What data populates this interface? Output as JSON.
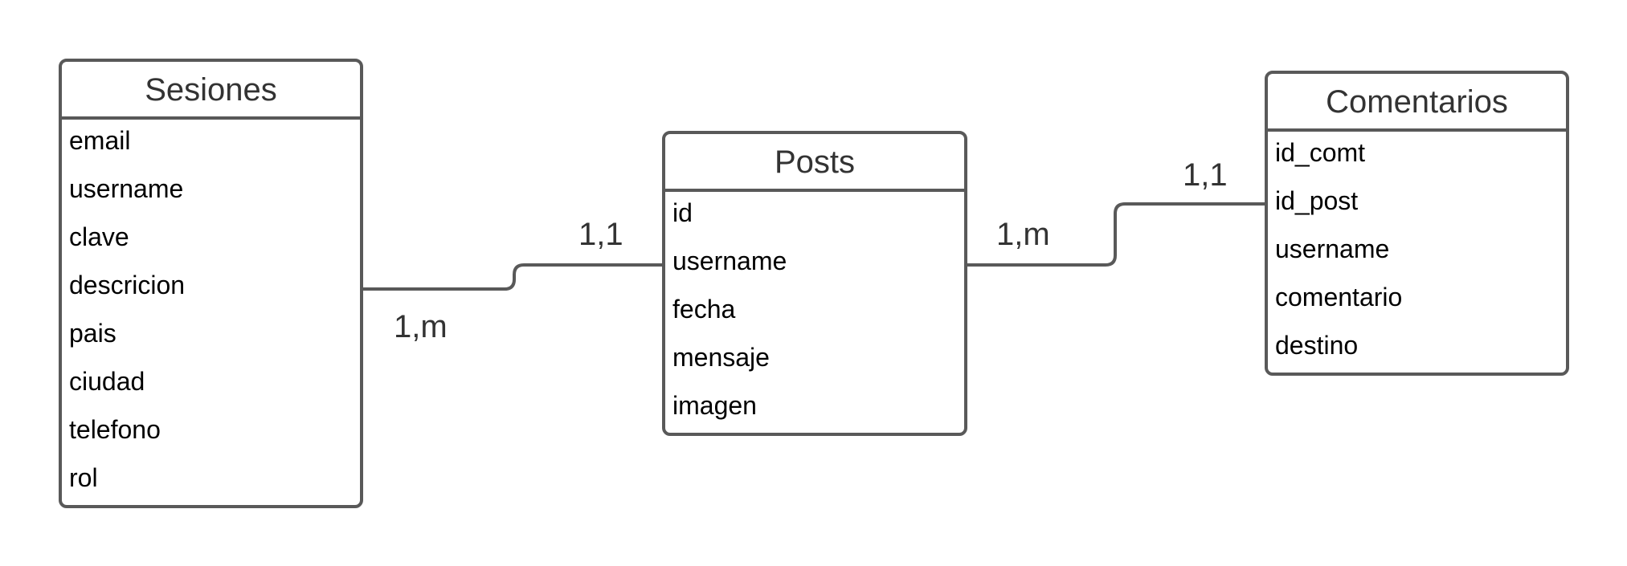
{
  "entities": {
    "sesiones": {
      "name": "Sesiones",
      "attributes": [
        "email",
        "username",
        "clave",
        "descricion",
        "pais",
        "ciudad",
        "telefono",
        "rol"
      ]
    },
    "posts": {
      "name": "Posts",
      "attributes": [
        "id",
        "username",
        "fecha",
        "mensaje",
        "imagen"
      ]
    },
    "comentarios": {
      "name": "Comentarios",
      "attributes": [
        "id_comt",
        "id_post",
        "username",
        "comentario",
        "destino"
      ]
    }
  },
  "relationships": [
    {
      "from": "Sesiones",
      "to": "Posts",
      "from_cardinality": "1,m",
      "to_cardinality": "1,1"
    },
    {
      "from": "Posts",
      "to": "Comentarios",
      "from_cardinality": "1,m",
      "to_cardinality": "1,1"
    }
  ],
  "colors": {
    "border": "#595959",
    "title_text": "#333333",
    "attr_text": "#000000",
    "background": "#ffffff"
  }
}
